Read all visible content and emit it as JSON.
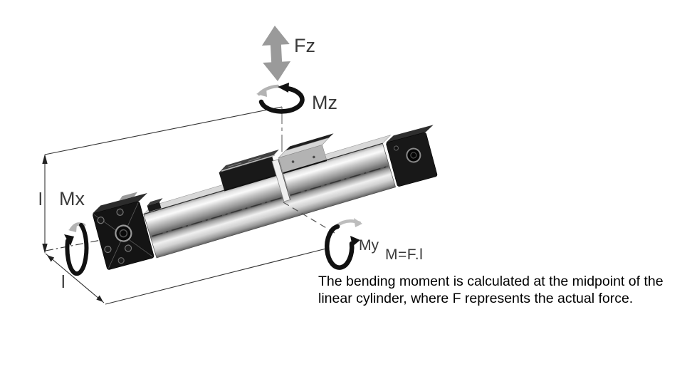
{
  "diagram": {
    "title_hint": "linear cylinder moment diagram",
    "labels": {
      "fz": "Fz",
      "mz": "Mz",
      "mx": "Mx",
      "my": "My",
      "formula": "M=F.l",
      "dim_vertical": "l",
      "dim_diagonal": "l"
    },
    "caption": {
      "line1": "The bending moment is calculated at the midpoint of the",
      "line2": "linear cylinder, where F represents the actual force."
    },
    "colors": {
      "background": "#ffffff",
      "force_arrow": "#9a9a9a",
      "moment_arrow_dark": "#111111",
      "moment_arrow_faded": "#b3b3b3",
      "construction_line": "#333333",
      "label_text": "#3a3a3a",
      "caption_text": "#000000",
      "cylinder_cap": "#141414",
      "cylinder_body_light": "#f5f5f5",
      "cylinder_body_dark": "#6e6e6e"
    }
  }
}
